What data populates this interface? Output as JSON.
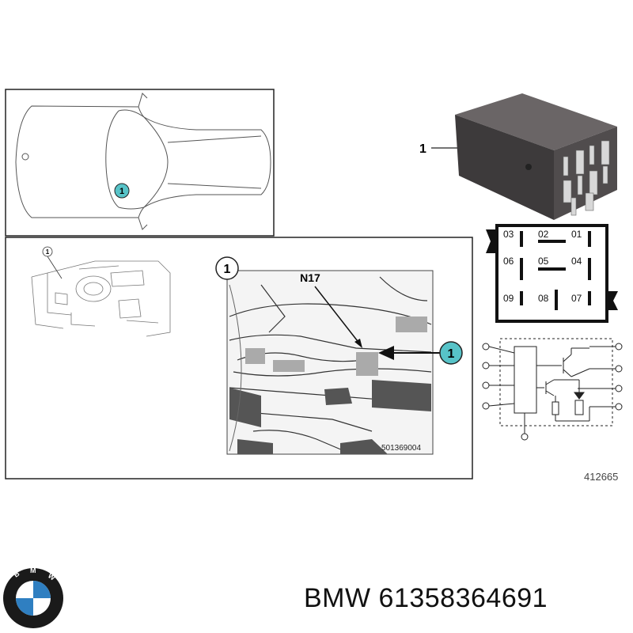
{
  "labels": {
    "item_number": "1",
    "car_callout": "1",
    "dash_callout": "1",
    "detail_badge": "1",
    "connector_callout": "1",
    "component": "N17",
    "photo_code": "501369004",
    "ref_code": "412665"
  },
  "pinout": {
    "top_row": [
      "03",
      "02",
      "01"
    ],
    "middle_row": [
      "06",
      "05",
      "04"
    ],
    "bottom_row": [
      "09",
      "08",
      "07"
    ]
  },
  "caption": {
    "brand": "BMW",
    "part_number": "61358364691"
  },
  "logo": {
    "letters": "BMW",
    "colors": {
      "blue": "#2f7fc1",
      "white": "#ffffff",
      "ring": "#1a1a1a"
    }
  },
  "colors": {
    "callout_fill": "#57c3c8",
    "line": "#222222",
    "relay_body": "#4a4647"
  }
}
